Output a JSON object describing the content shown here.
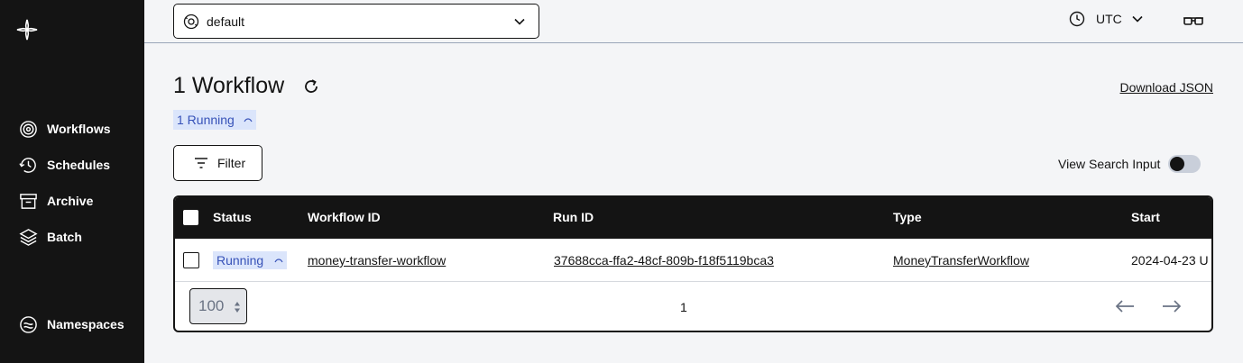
{
  "sidebar": {
    "items": [
      {
        "label": "Workflows",
        "icon": "workflows-icon"
      },
      {
        "label": "Schedules",
        "icon": "schedules-icon"
      },
      {
        "label": "Archive",
        "icon": "archive-icon"
      },
      {
        "label": "Batch",
        "icon": "batch-icon"
      }
    ],
    "bottom_item": {
      "label": "Namespaces",
      "icon": "namespaces-icon"
    }
  },
  "topbar": {
    "namespace": "default",
    "timezone": "UTC"
  },
  "main": {
    "title": "1 Workflow",
    "download_label": "Download JSON",
    "running_count_label": "1 Running",
    "filter_label": "Filter",
    "view_search_input_label": "View Search Input",
    "view_search_input_enabled": false
  },
  "table": {
    "columns": [
      "Status",
      "Workflow ID",
      "Run ID",
      "Type",
      "Start"
    ],
    "rows": [
      {
        "status": "Running",
        "workflow_id": "money-transfer-workflow",
        "run_id": "37688cca-ffa2-48cf-809b-f18f5119bca3",
        "type": "MoneyTransferWorkflow",
        "start": "2024-04-23 U"
      }
    ],
    "page_size": "100",
    "page": "1"
  },
  "colors": {
    "sidebar_bg": "#141414",
    "chip_bg": "#dbe5fb",
    "chip_text": "#3752b8",
    "page_bg": "#f4f5f7"
  }
}
